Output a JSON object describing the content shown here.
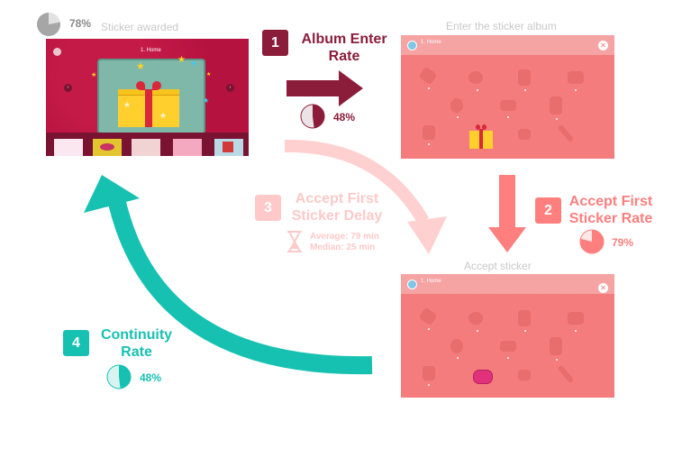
{
  "colors": {
    "step1": "#8b1d3b",
    "step2": "#ff7f7f",
    "step3": "#ffc9c9",
    "step4": "#17c1b2",
    "caption_grey": "#c9c9c9",
    "screen_bg": "#f47c7c",
    "screen1_bg": "#b5123f"
  },
  "awarded": {
    "percent": "78%",
    "fraction": 0.78,
    "caption": "Sticker awarded"
  },
  "screens": {
    "award": {
      "title": "1. Home"
    },
    "album": {
      "caption": "Enter the sticker album",
      "title": "1. Home"
    },
    "accept": {
      "caption": "Accept sticker",
      "title": "1. Home"
    }
  },
  "steps": [
    {
      "num": "1",
      "title_line1": "Album Enter",
      "title_line2": "Rate",
      "percent": "48%",
      "fraction": 0.48
    },
    {
      "num": "2",
      "title_line1": "Accept First",
      "title_line2": "Sticker Rate",
      "percent": "79%",
      "fraction": 0.79
    },
    {
      "num": "3",
      "title_line1": "Accept First",
      "title_line2": "Sticker Delay",
      "average": "Average: 79 min",
      "median": "Median: 25 min",
      "icon": "hourglass-icon"
    },
    {
      "num": "4",
      "title_line1": "Continuity",
      "title_line2": "Rate",
      "percent": "48%",
      "fraction": 0.48
    }
  ]
}
